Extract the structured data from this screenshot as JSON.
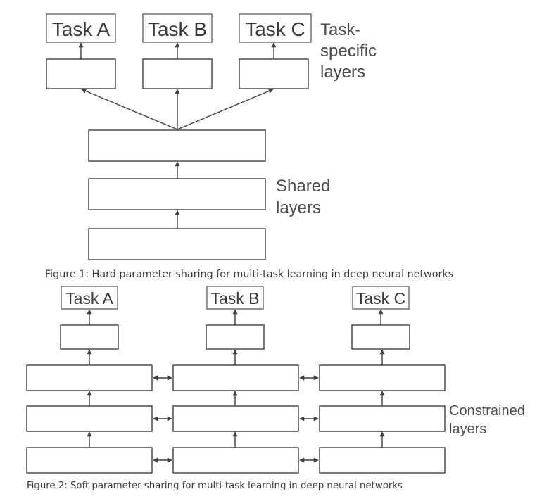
{
  "figure1": {
    "tasks": [
      "Task A",
      "Task B",
      "Task C"
    ],
    "side_label": [
      "Task-",
      "specific",
      "layers"
    ],
    "shared_label": [
      "Shared",
      "layers"
    ],
    "caption": "Figure 1: Hard parameter sharing for multi-task learning in deep neural networks"
  },
  "figure2": {
    "tasks": [
      "Task A",
      "Task B",
      "Task C"
    ],
    "side_label": [
      "Constrained",
      "layers"
    ],
    "caption": "Figure 2: Soft parameter sharing for multi-task learning in deep neural networks"
  }
}
